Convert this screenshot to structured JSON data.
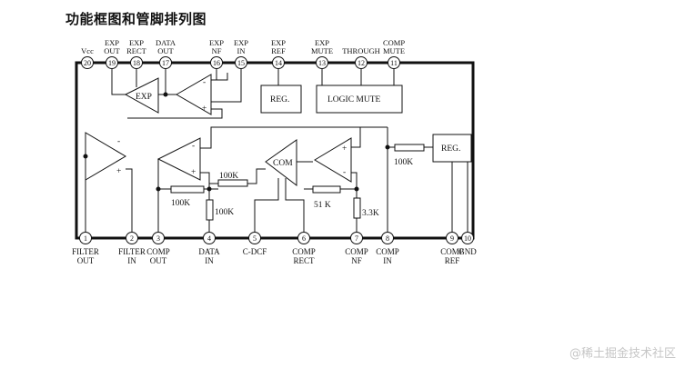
{
  "title": "功能框图和管脚排列图",
  "top_pins": [
    {
      "num": "20",
      "label": [
        "Vcc"
      ]
    },
    {
      "num": "19",
      "label": [
        "EXP",
        "OUT"
      ]
    },
    {
      "num": "18",
      "label": [
        "EXP",
        "RECT"
      ]
    },
    {
      "num": "17",
      "label": [
        "DATA",
        "OUT"
      ]
    },
    {
      "num": "16",
      "label": [
        "EXP",
        "NF"
      ]
    },
    {
      "num": "15",
      "label": [
        "EXP",
        "IN"
      ]
    },
    {
      "num": "14",
      "label": [
        "EXP",
        "REF"
      ]
    },
    {
      "num": "13",
      "label": [
        "EXP",
        "MUTE"
      ]
    },
    {
      "num": "12",
      "label": [
        "THROUGH"
      ]
    },
    {
      "num": "11",
      "label": [
        "COMP",
        "MUTE"
      ]
    }
  ],
  "bottom_pins": [
    {
      "num": "1",
      "label": [
        "FILTER",
        "OUT"
      ]
    },
    {
      "num": "2",
      "label": [
        "FILTER",
        "IN"
      ]
    },
    {
      "num": "3",
      "label": [
        "COMP",
        "OUT"
      ]
    },
    {
      "num": "4",
      "label": [
        "DATA",
        "IN"
      ]
    },
    {
      "num": "5",
      "label": [
        "C-DCF"
      ]
    },
    {
      "num": "6",
      "label": [
        "COMP",
        "RECT"
      ]
    },
    {
      "num": "7",
      "label": [
        "COMP",
        "NF"
      ]
    },
    {
      "num": "8",
      "label": [
        "COMP",
        "IN"
      ]
    },
    {
      "num": "9",
      "label": [
        "COMP",
        "REF"
      ]
    },
    {
      "num": "10",
      "label": [
        "GND"
      ]
    }
  ],
  "blocks": {
    "exp": "EXP",
    "com": "COM",
    "reg_top": "REG.",
    "reg_right": "REG.",
    "logic_mute": "LOGIC MUTE"
  },
  "resistors": {
    "r_100k_a": "100K",
    "r_100k_b": "100K",
    "r_100k_c": "100K",
    "r_100k_d": "100K",
    "r_51k": "51 K",
    "r_3k3": "3.3K"
  },
  "opamp_signs": {
    "minus": "-",
    "plus": "+"
  },
  "watermark": "@稀土掘金技术社区"
}
